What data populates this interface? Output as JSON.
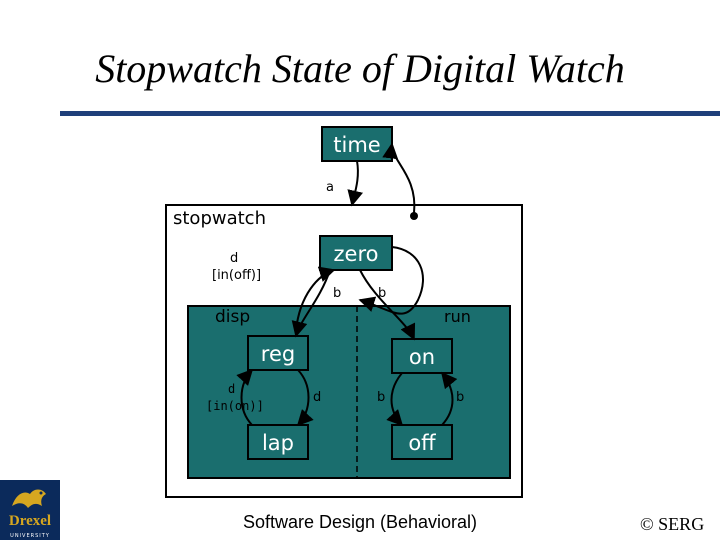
{
  "title": "Stopwatch State of Digital Watch",
  "footer": "Software Design (Behavioral)",
  "copyright": "© SERG",
  "logo": {
    "name": "Drexel",
    "subtitle": "UNIVERSITY"
  },
  "states": {
    "time": "time",
    "stopwatch": "stopwatch",
    "zero": "zero",
    "disp": "disp",
    "run": "run",
    "reg": "reg",
    "on": "on",
    "lap": "lap",
    "off": "off"
  },
  "transitions": {
    "a": "a",
    "d_in_off": "d\n[in(off)]",
    "b_zero_left": "b",
    "b_zero_right": "b",
    "d_in_on": "d\n[in(on)]",
    "d_reg_lap": "d",
    "b_on_off_left": "b",
    "b_on_off_right": "b"
  },
  "colors": {
    "state_fill": "#1a6e6e",
    "state_text": "#ffffff",
    "rule": "#1f3f7a",
    "logo_bg": "#0b2a5b",
    "logo_text": "#d6a720"
  }
}
